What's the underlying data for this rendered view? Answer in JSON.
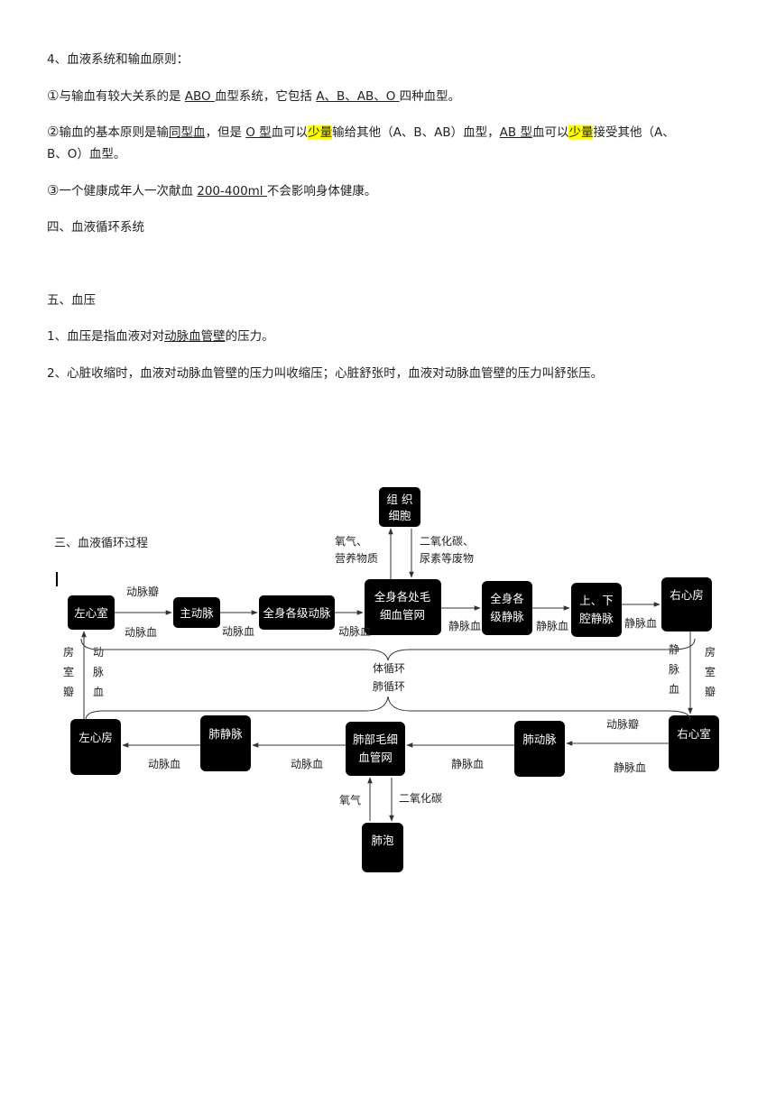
{
  "text": {
    "l1": "4、血液系统和输血原则：",
    "l2": {
      "circ": "①",
      "a": "与输血有较大关系的是 ",
      "u1": "ABO ",
      "b": "血型系统，它包括 ",
      "u2": "A、B、AB、O ",
      "c": "四种血型。"
    },
    "l3": {
      "circ": "②",
      "a": "输血的基本原则是输",
      "u1": "同型血",
      "b": "，但是 ",
      "u2": "O 型",
      "c": "血可以",
      "h1": "少量",
      "d": "输给其他（A、B、AB）血型，",
      "u3": "AB 型",
      "e": "血可以",
      "h2": "少量",
      "f": "接受其他（A、"
    },
    "l3b": "B、O）血型。",
    "l4": {
      "circ": "③",
      "a": "一个健康成年人一次献血 ",
      "u1": "200-400ml ",
      "b": "不会影响身体健康。"
    },
    "l5": "四、血液循环系统",
    "l6": "五、血压",
    "l7": {
      "a": "1、血压是指血液对对",
      "u1": "动脉血管壁",
      "b": "的压力。"
    },
    "l8": "2、心脏收缩时，血液对动脉血管壁的压力叫收缩压；心脏舒张时，血液对动脉血管壁的压力叫舒张压。"
  },
  "diagram": {
    "title": "三、血液循环过程",
    "nodes": {
      "tissue": [
        "组 织",
        "细胞"
      ],
      "left_ventricle": "左心室",
      "aorta": "主动脉",
      "body_arteries": "全身各级动脉",
      "body_capillaries": [
        "全身各处毛",
        "细血管网"
      ],
      "body_veins": [
        "全身各",
        "级静脉"
      ],
      "vena_cava": [
        "上、下",
        "腔静脉"
      ],
      "right_atrium": "右心房",
      "right_ventricle": "右心室",
      "pulmonary_artery": "肺动脉",
      "lung_capillaries": [
        "肺部毛细",
        "血管网"
      ],
      "pulmonary_vein": "肺静脉",
      "left_atrium": "左心房",
      "alveoli": "肺泡"
    },
    "labels": {
      "oxygen_nutrients": [
        "氧气、",
        "营养物质"
      ],
      "co2_waste": [
        "二氧化碳、",
        "尿素等废物"
      ],
      "arterial_valve": "动脉瓣",
      "arterial_blood": "动脉血",
      "venous_blood": "静脉血",
      "atrioventricular_valve": [
        "房",
        "室",
        "瓣"
      ],
      "arterial_blood_vertical": [
        "动",
        "脉",
        "血"
      ],
      "venous_blood_vertical": [
        "静",
        "脉",
        "血"
      ],
      "systemic": "体循环",
      "pulmonary": "肺循环",
      "oxygen": "氧气",
      "co2": "二氧化碳"
    }
  }
}
